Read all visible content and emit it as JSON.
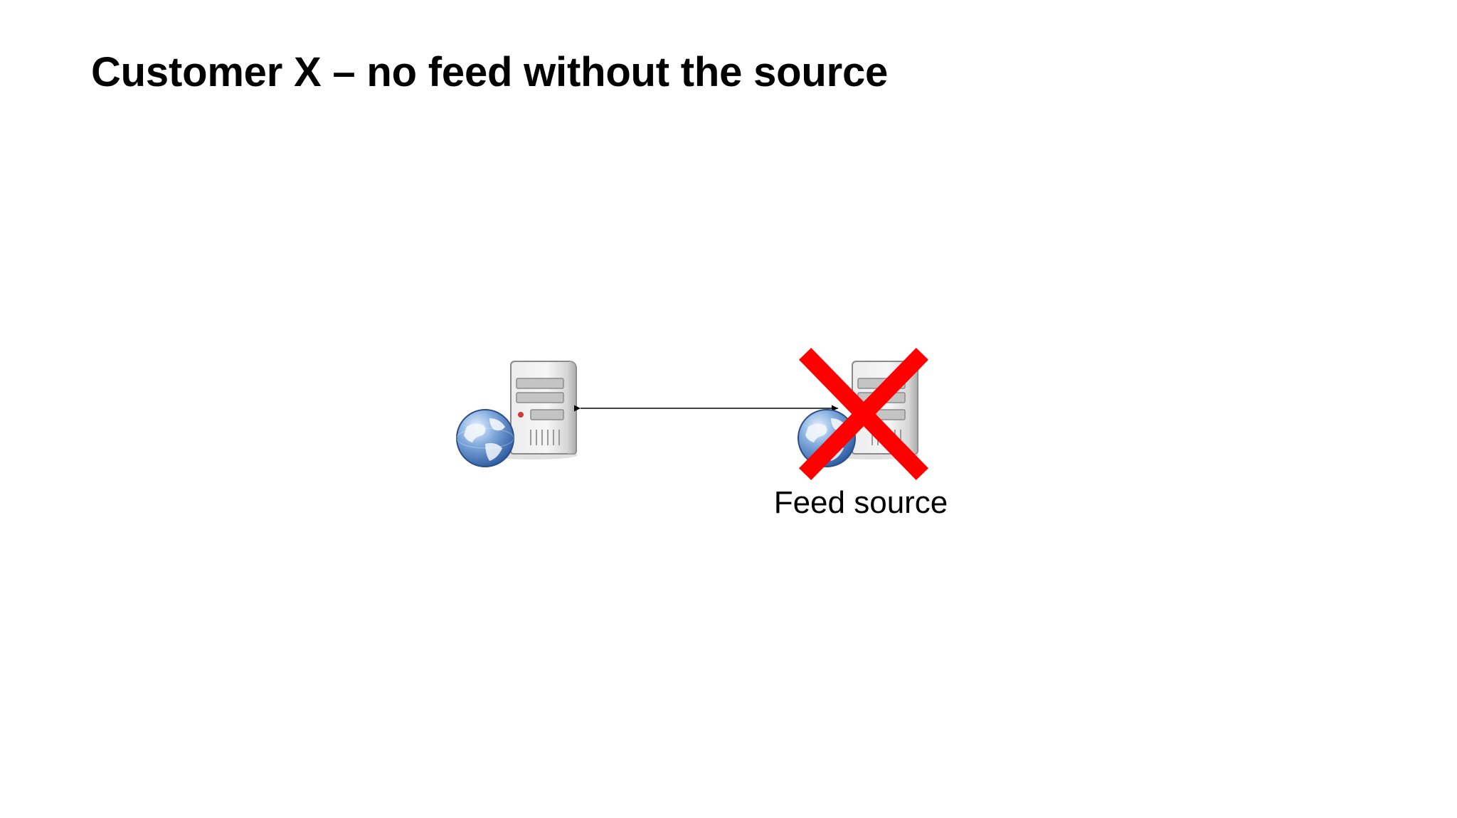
{
  "slide": {
    "title": "Customer X – no feed without the source"
  },
  "diagram": {
    "nodes": [
      {
        "id": "customer-server",
        "label": "",
        "icon": "web-server-icon",
        "status": "ok"
      },
      {
        "id": "feed-source-server",
        "label": "Feed source",
        "icon": "web-server-icon",
        "status": "unavailable"
      }
    ],
    "edges": [
      {
        "from": "customer-server",
        "to": "feed-source-server",
        "direction": "bidirectional"
      }
    ],
    "colors": {
      "failure_mark": "#ff0000",
      "connector": "#000000"
    },
    "failure_mark_icon": "red-x-icon"
  }
}
